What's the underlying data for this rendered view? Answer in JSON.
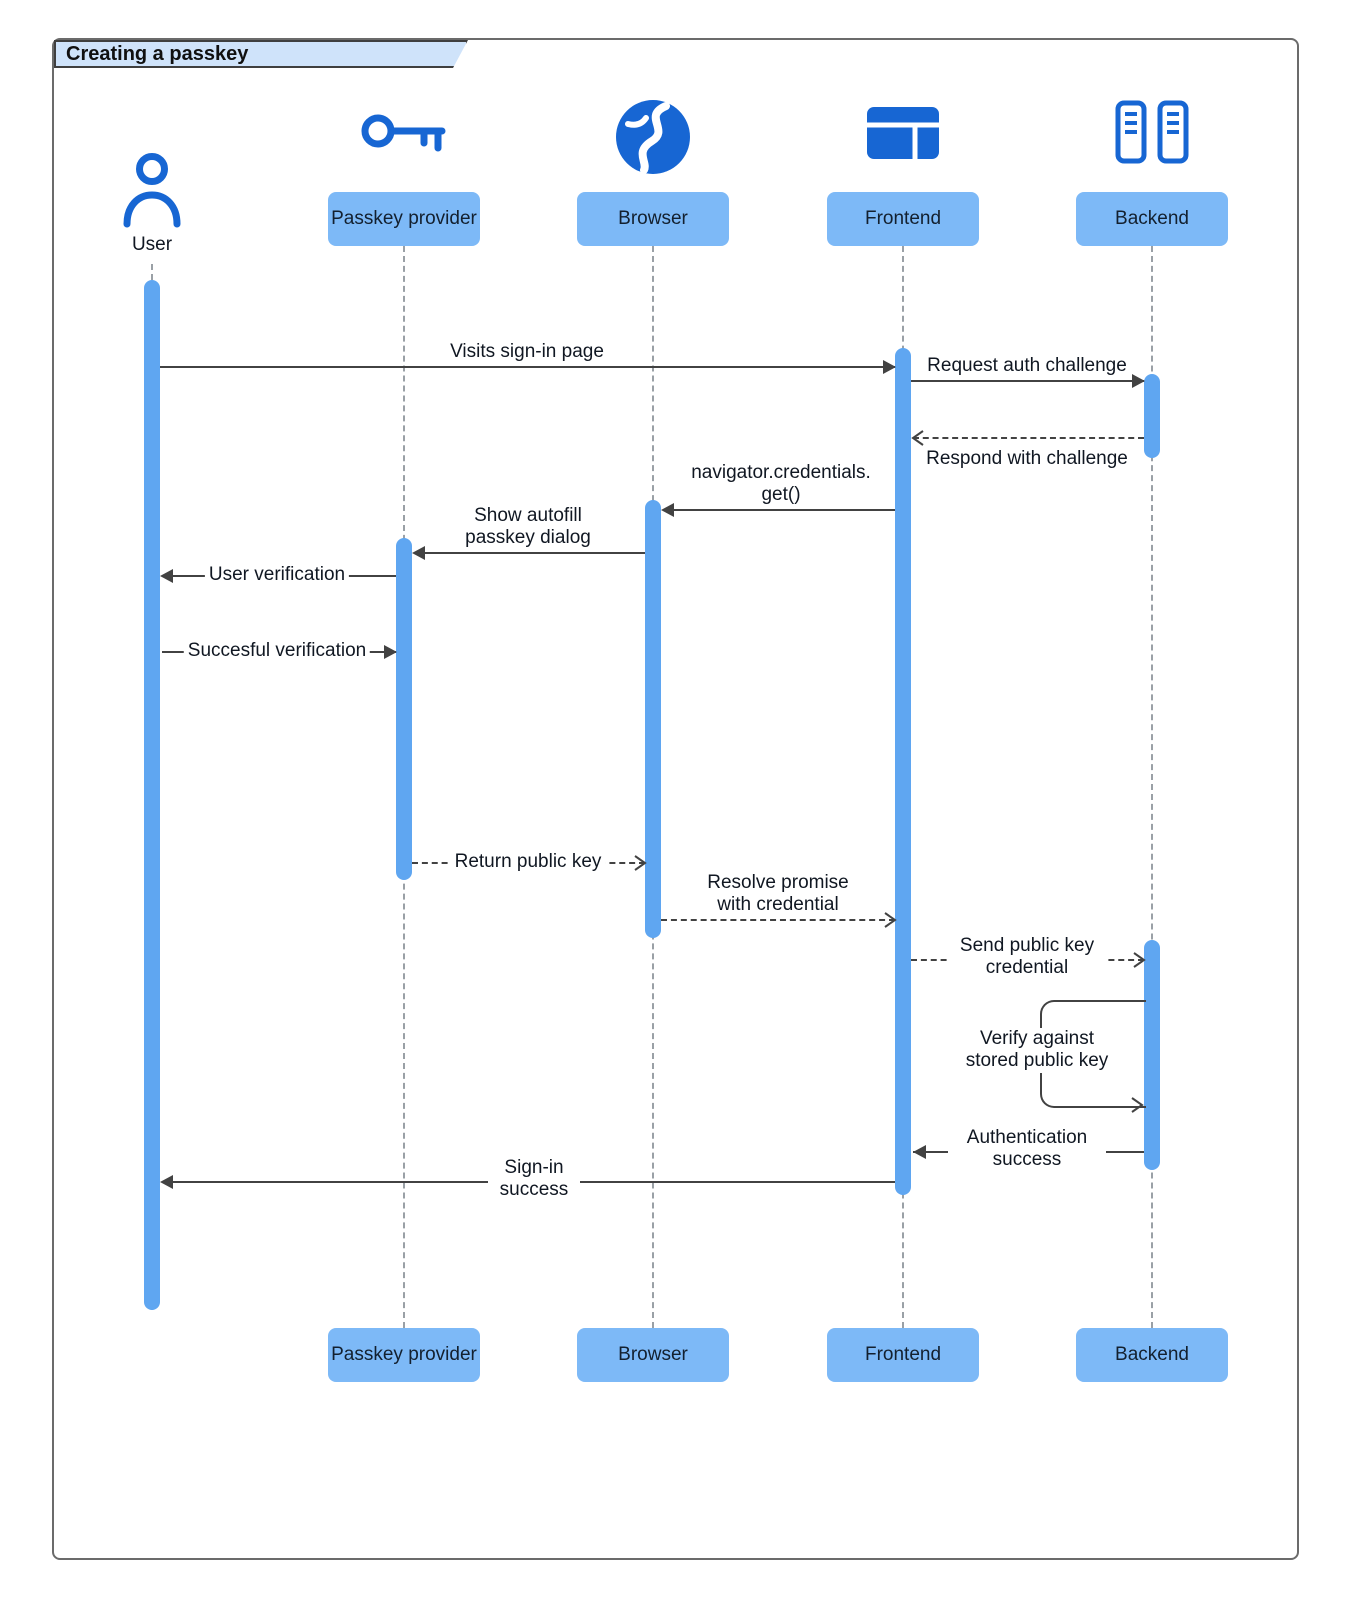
{
  "title": "Creating a passkey",
  "actors": {
    "user": "User",
    "passkey_provider": "Passkey provider",
    "browser": "Browser",
    "frontend": "Frontend",
    "backend": "Backend"
  },
  "messages": {
    "visits_sign_in": "Visits sign-in page",
    "request_auth_challenge": "Request auth challenge",
    "respond_with_challenge": "Respond with challenge",
    "navigator_credentials_line1": "navigator.credentials.",
    "navigator_credentials_line2": "get()",
    "show_autofill": "Show autofill passkey dialog",
    "user_verification": "User verification",
    "successful_verification": "Succesful verification",
    "return_public_key": "Return public key",
    "resolve_promise": "Resolve promise with credential",
    "send_public_key": "Send public key credential",
    "verify_stored_key": "Verify against stored public key",
    "auth_success": "Authentication success",
    "sign_in_success": "Sign-in success"
  },
  "colors": {
    "icon_blue": "#1766D3",
    "participant_box_fill": "#7DB9F7",
    "activation_fill": "#5FA6F1",
    "tab_fill": "#CFE3FA",
    "line_color": "#424242",
    "lifeline_color": "#9AA0A6"
  }
}
